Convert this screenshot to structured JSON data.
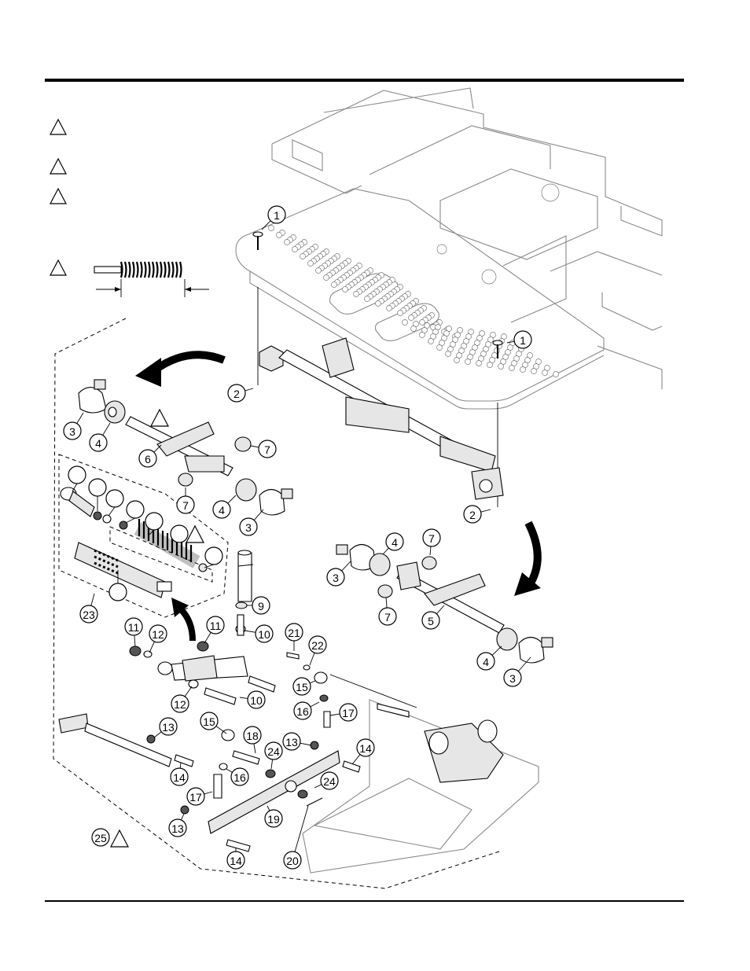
{
  "figure": {
    "legend_symbols": [
      "triangle-note-1",
      "triangle-note-2",
      "triangle-note-3",
      "triangle-note-4"
    ],
    "spring_dimension_icon": "spring-length-dimension-icon"
  },
  "callouts": [
    {
      "label": "1"
    },
    {
      "label": "1"
    },
    {
      "label": "2"
    },
    {
      "label": "2"
    },
    {
      "label": "3"
    },
    {
      "label": "4"
    },
    {
      "label": "6"
    },
    {
      "label": "7"
    },
    {
      "label": "7"
    },
    {
      "label": "4"
    },
    {
      "label": "3"
    },
    {
      "label": "4"
    },
    {
      "label": "7"
    },
    {
      "label": "3"
    },
    {
      "label": "7"
    },
    {
      "label": "5"
    },
    {
      "label": "4"
    },
    {
      "label": "3"
    },
    {
      "label": "23"
    },
    {
      "label": "9"
    },
    {
      "label": "10"
    },
    {
      "label": "11"
    },
    {
      "label": "12"
    },
    {
      "label": "11"
    },
    {
      "label": "12"
    },
    {
      "label": "10"
    },
    {
      "label": "21"
    },
    {
      "label": "22"
    },
    {
      "label": "15"
    },
    {
      "label": "16"
    },
    {
      "label": "17"
    },
    {
      "label": "13"
    },
    {
      "label": "15"
    },
    {
      "label": "18"
    },
    {
      "label": "13"
    },
    {
      "label": "14"
    },
    {
      "label": "24"
    },
    {
      "label": "14"
    },
    {
      "label": "16"
    },
    {
      "label": "24"
    },
    {
      "label": "17"
    },
    {
      "label": "13"
    },
    {
      "label": "19"
    },
    {
      "label": "20"
    },
    {
      "label": "14"
    },
    {
      "label": "25"
    }
  ]
}
